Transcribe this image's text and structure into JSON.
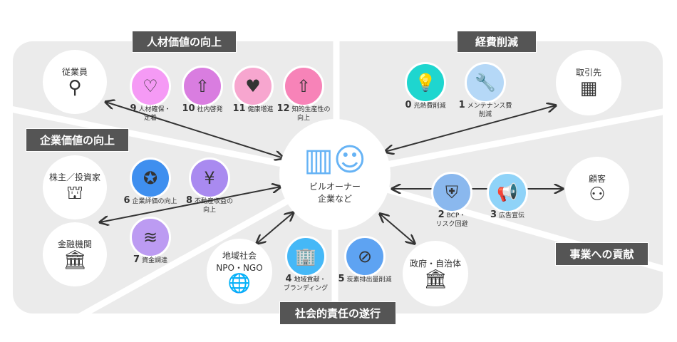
{
  "categories": {
    "human": "人材価値の向上",
    "cost": "経費削減",
    "corporate": "企業価値の向上",
    "business": "事業への貢献",
    "social": "社会的責任の遂行"
  },
  "center": {
    "line1": "ビルオーナー",
    "line2": "企業など"
  },
  "stakeholders": {
    "employee": "従業員",
    "partner": "取引先",
    "shareholder": "株主／投資家",
    "bank": "金融機関",
    "customer": "顧客",
    "government": "政府・自治体",
    "community1": "地域社会",
    "community2": "NPO・NGO"
  },
  "items": [
    {
      "num": "0",
      "label": "光熱費削減",
      "icon": "lightbulb-icon",
      "color": "#1ed6cf"
    },
    {
      "num": "1",
      "label": "メンテナンス費",
      "label2": "削減",
      "icon": "wrench-icon",
      "color": "#b5d8f7"
    },
    {
      "num": "2",
      "label": "BCP・",
      "label2": "リスク回避",
      "icon": "shield-icon",
      "color": "#8ab8ee"
    },
    {
      "num": "3",
      "label": "広告宣伝",
      "icon": "megaphone-icon",
      "color": "#8fd3f8"
    },
    {
      "num": "4",
      "label": "地域貢献・",
      "label2": "ブランディング",
      "icon": "town-icon",
      "color": "#45b8f7"
    },
    {
      "num": "5",
      "label": "炭素排出量削減",
      "icon": "no-co2-cloud-icon",
      "color": "#5ea3f2"
    },
    {
      "num": "6",
      "label": "企業評価の向上",
      "icon": "award-icon",
      "color": "#3f8fef"
    },
    {
      "num": "7",
      "label": "資金調達",
      "icon": "money-stack-icon",
      "color": "#bc9bf2"
    },
    {
      "num": "8",
      "label": "不動産収益の",
      "label2": "向上",
      "icon": "building-yen-icon",
      "color": "#a98af0"
    },
    {
      "num": "9",
      "label": "人材確保・",
      "label2": "定着",
      "icon": "people-heart-icon",
      "color": "#f59af5"
    },
    {
      "num": "10",
      "label": "社内啓発",
      "icon": "people-up-icon",
      "color": "#d97de0"
    },
    {
      "num": "11",
      "label": "健康増進",
      "icon": "heart-icon",
      "color": "#f7a6cf"
    },
    {
      "num": "12",
      "label": "知的生産性の",
      "label2": "向上",
      "icon": "head-up-icon",
      "color": "#f783b8"
    }
  ]
}
